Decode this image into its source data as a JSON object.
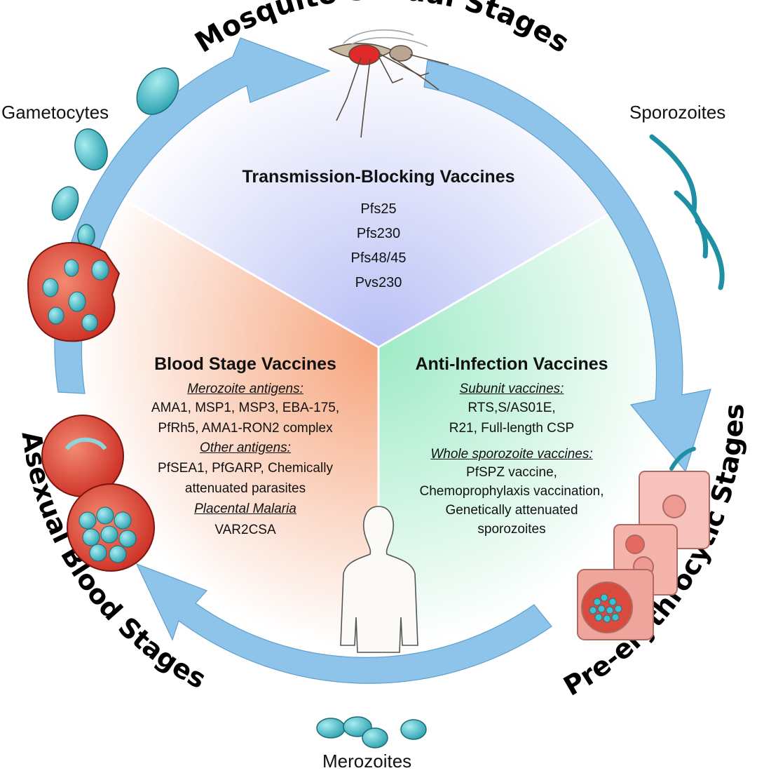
{
  "stages": {
    "mosquito": "Mosquito Sexual Stages",
    "pre_erythrocytic": "Pre-erythrocytic Stages",
    "asexual_blood": "Asexual Blood Stages"
  },
  "labels": {
    "gametocytes": "Gametocytes",
    "sporozoites": "Sporozoites",
    "merozoites": "Merozoites"
  },
  "transmission": {
    "title": "Transmission-Blocking Vaccines",
    "items": [
      "Pfs25",
      "Pfs230",
      "Pfs48/45",
      "Pvs230"
    ]
  },
  "blood": {
    "title": "Blood Stage Vaccines",
    "merozoite_heading": "Merozoite antigens:",
    "merozoite_lines": [
      "AMA1, MSP1, MSP3, EBA-175,",
      "PfRh5, AMA1-RON2 complex"
    ],
    "other_heading": "Other antigens:",
    "other_lines": [
      "PfSEA1, PfGARP, Chemically",
      "attenuated parasites"
    ],
    "placental_heading": "Placental Malaria",
    "placental_lines": [
      "VAR2CSA"
    ]
  },
  "anti_infection": {
    "title": "Anti-Infection Vaccines",
    "subunit_heading": "Subunit vaccines:",
    "subunit_lines": [
      "RTS,S/AS01E,",
      "R21, Full-length CSP"
    ],
    "whole_heading": "Whole sporozoite vaccines:",
    "whole_lines": [
      "PfSPZ vaccine,",
      "Chemoprophylaxis vaccination,",
      "Genetically attenuated",
      "sporozoites"
    ]
  },
  "colors": {
    "transmission_sector": "#c9cdf7",
    "blood_sector": "#f6b38f",
    "anti_infection_sector": "#b4f0d2",
    "cycle_arrow": "#8ec4ea",
    "parasite": "#3fb8c6",
    "red_cell": "#e2483a",
    "liver_cell": "#f3b5ad"
  }
}
